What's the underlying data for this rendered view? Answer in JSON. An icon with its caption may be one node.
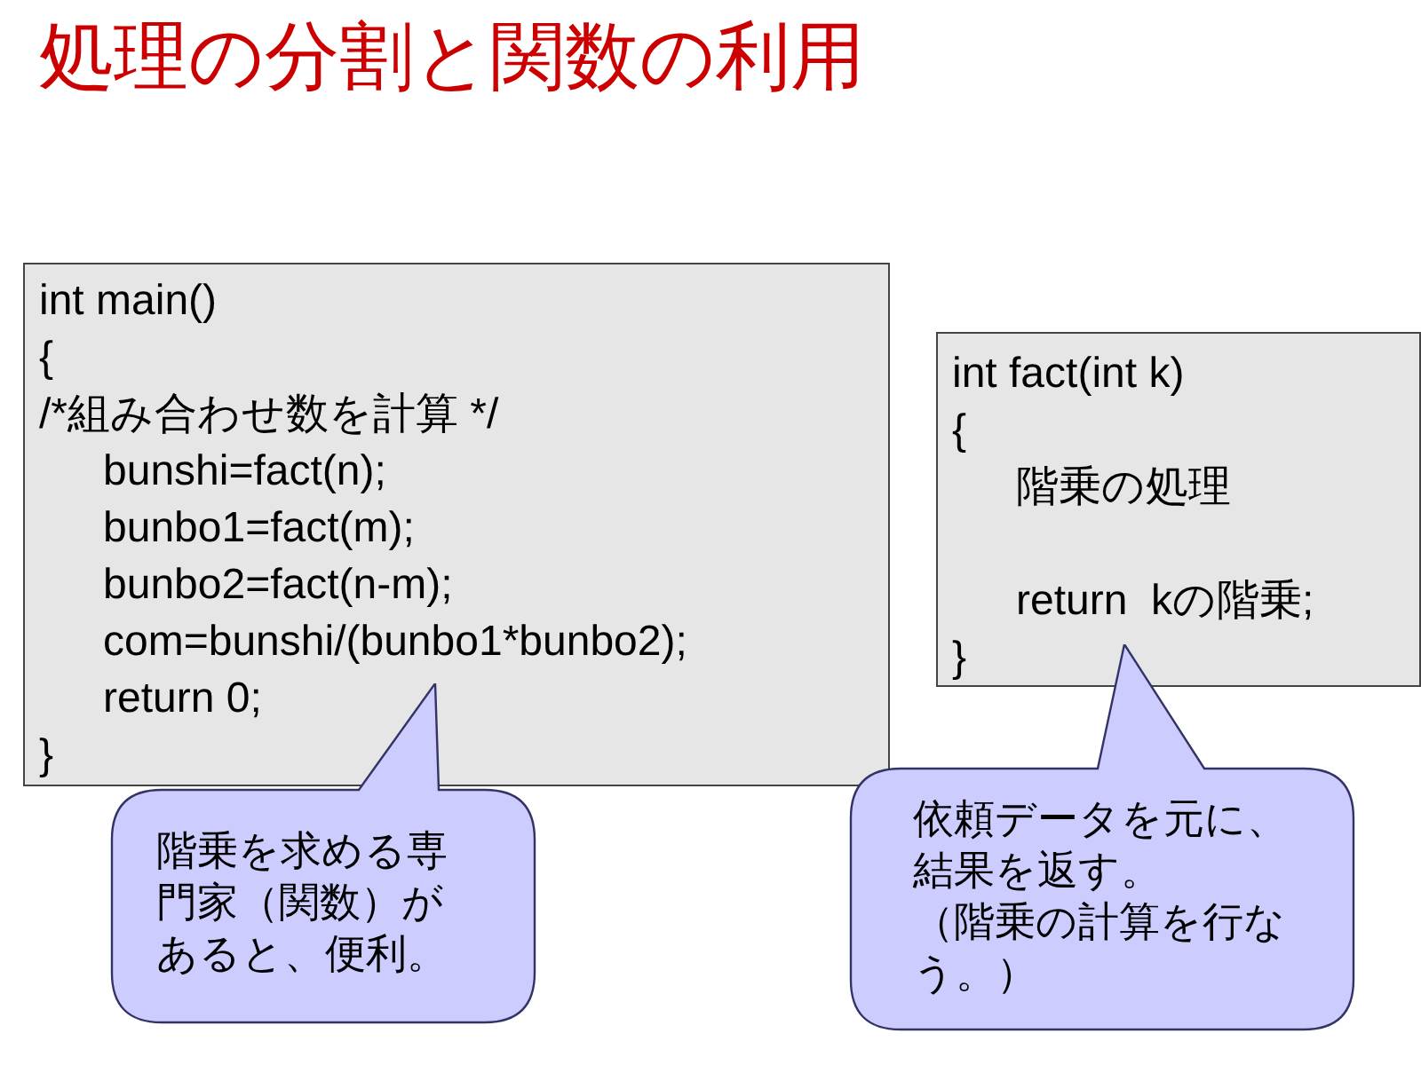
{
  "diagram": {
    "title": "処理の分割と関数の利用",
    "nodes": [
      {
        "text": [
          "int main()",
          "{",
          "/*組み合わせ数を計算 */",
          "bunshi=fact(n);",
          "bunbo1=fact(m);",
          "bunbo2=fact(n-m);",
          "com=bunshi/(bunbo1*bunbo2);",
          "return 0;",
          "}"
        ]
      },
      {
        "text": [
          "int fact(int k)",
          "{",
          "階乗の処理",
          "return  kの階乗;",
          "}"
        ]
      },
      {
        "text": [
          "階乗を求める専門家（関数）があると、便利。"
        ]
      },
      {
        "text": [
          "依頼データを元に、結果を返す。",
          "（階乗の計算を行なう。）"
        ]
      }
    ]
  }
}
